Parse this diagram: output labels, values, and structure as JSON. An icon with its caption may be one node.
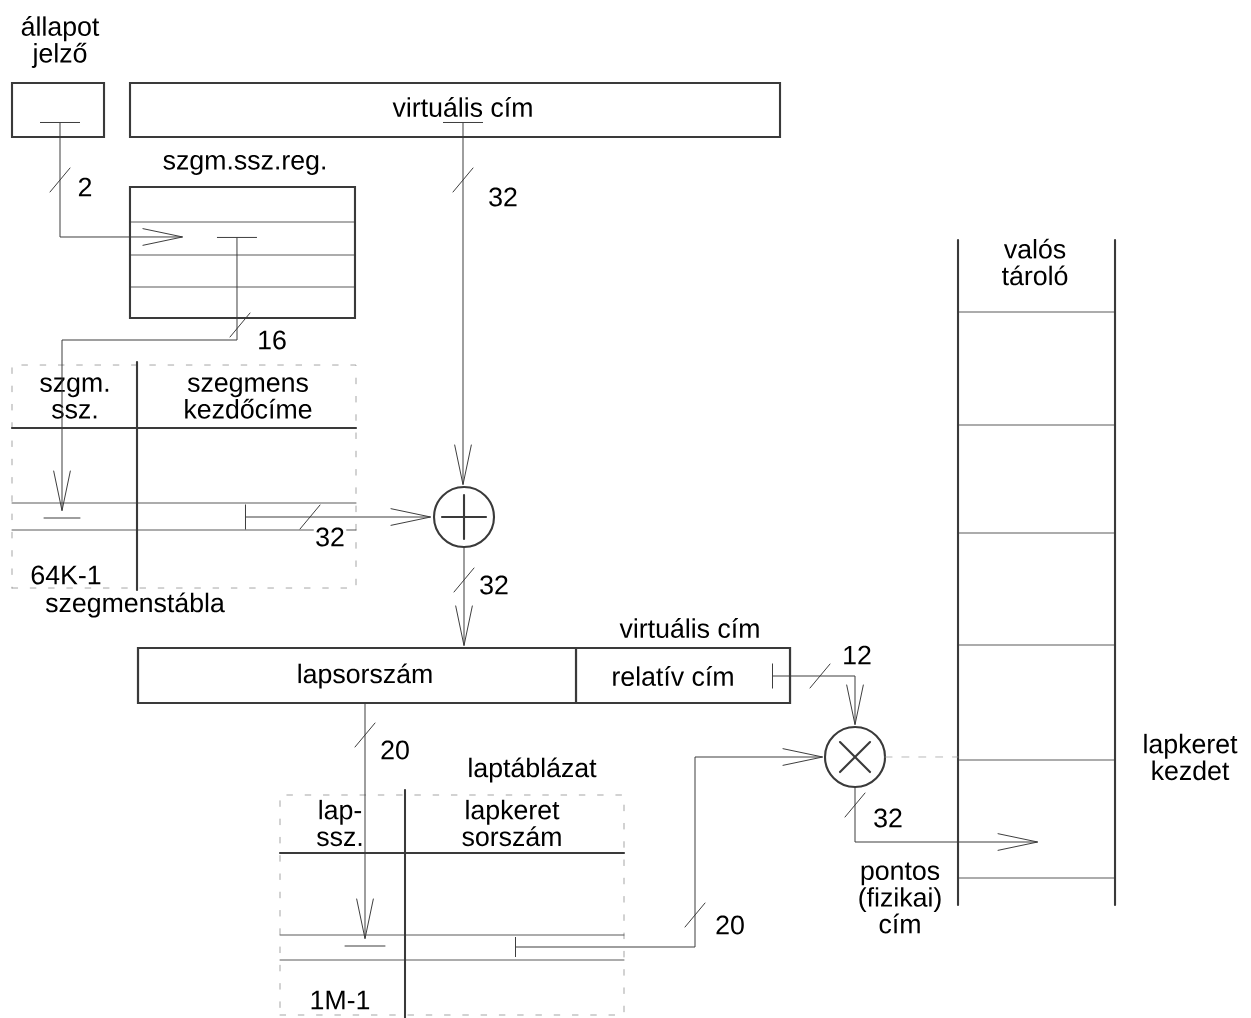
{
  "diagram": {
    "nodes": [
      {
        "text": [
          "állapot jelző"
        ]
      },
      {
        "text": [
          "virtuális cím"
        ]
      },
      {
        "text": [
          "szgm.ssz.reg."
        ]
      },
      {
        "text": [
          "szgm. ssz.",
          "szegmens kezdőcíme",
          "64K-1"
        ],
        "beside": [
          "szegmenstábla"
        ]
      },
      {
        "text": [],
        "shape": "circle"
      },
      {
        "text": [
          "virtuális cím"
        ]
      },
      {
        "text": [
          "lapsorszám"
        ],
        "in": 5
      },
      {
        "text": [
          "relatív cím"
        ],
        "in": 5
      },
      {
        "text": [
          "laptáblázat",
          "lap- ssz.",
          "lapkeret sorszám",
          "1M-1"
        ]
      },
      {
        "text": [],
        "shape": "circle"
      },
      {
        "text": [
          "valós tároló"
        ],
        "beside": [
          "lapkeret kezdet"
        ]
      }
    ],
    "edges": [
      {
        "from": 0,
        "to": 2,
        "arrow": "to",
        "label": "2"
      },
      {
        "from": 1,
        "to": 4,
        "arrow": "to",
        "label": "32"
      },
      {
        "from": 2,
        "to": 3,
        "arrow": "to",
        "label": "16"
      },
      {
        "from": 3,
        "to": 4,
        "arrow": "to",
        "label": "32"
      },
      {
        "from": 4,
        "to": 6,
        "arrow": "to",
        "label": "32"
      },
      {
        "from": 7,
        "to": 9,
        "arrow": "to",
        "label": "12"
      },
      {
        "from": 6,
        "to": 8,
        "arrow": "to",
        "label": "20"
      },
      {
        "from": 8,
        "to": 9,
        "arrow": "to",
        "label": "20"
      },
      {
        "from": 9,
        "to": 10,
        "arrow": "to",
        "label": "32"
      },
      {
        "from": 9,
        "to": 10,
        "arrow": "none",
        "style": "dashed",
        "color": "#999999"
      }
    ],
    "labels": [
      "pontos (fizikai) cím"
    ]
  }
}
